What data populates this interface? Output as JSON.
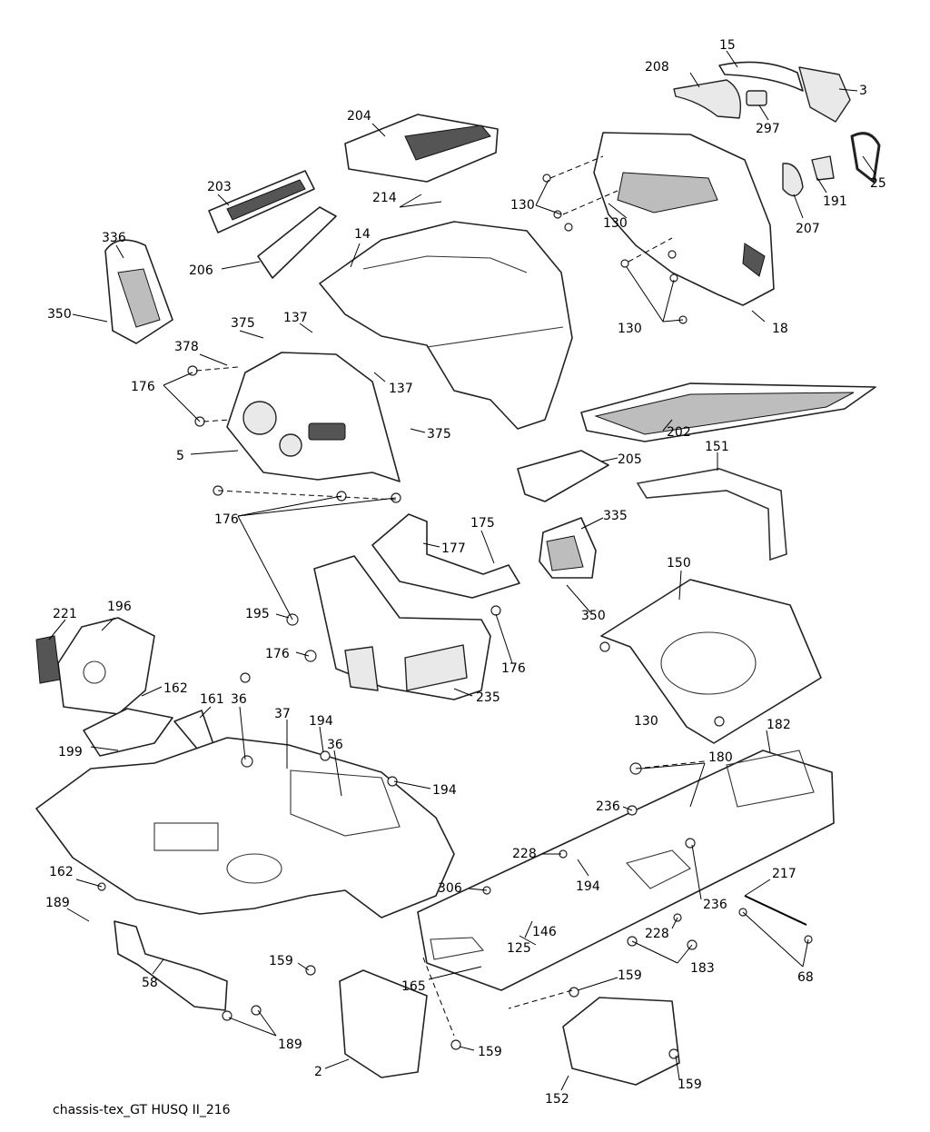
{
  "caption": "chassis-tex_GT HUSQ II_216",
  "callouts": [
    "15",
    "3",
    "208",
    "297",
    "25",
    "204",
    "191",
    "207",
    "130",
    "203",
    "214",
    "14",
    "336",
    "206",
    "350",
    "375",
    "137",
    "18",
    "378",
    "176",
    "5",
    "202",
    "205",
    "151",
    "175",
    "177",
    "335",
    "150",
    "221",
    "196",
    "195",
    "162",
    "161",
    "36",
    "37",
    "199",
    "194",
    "182",
    "180",
    "235",
    "236",
    "228",
    "306",
    "217",
    "189",
    "125",
    "146",
    "183",
    "68",
    "58",
    "159",
    "165",
    "2",
    "152"
  ]
}
